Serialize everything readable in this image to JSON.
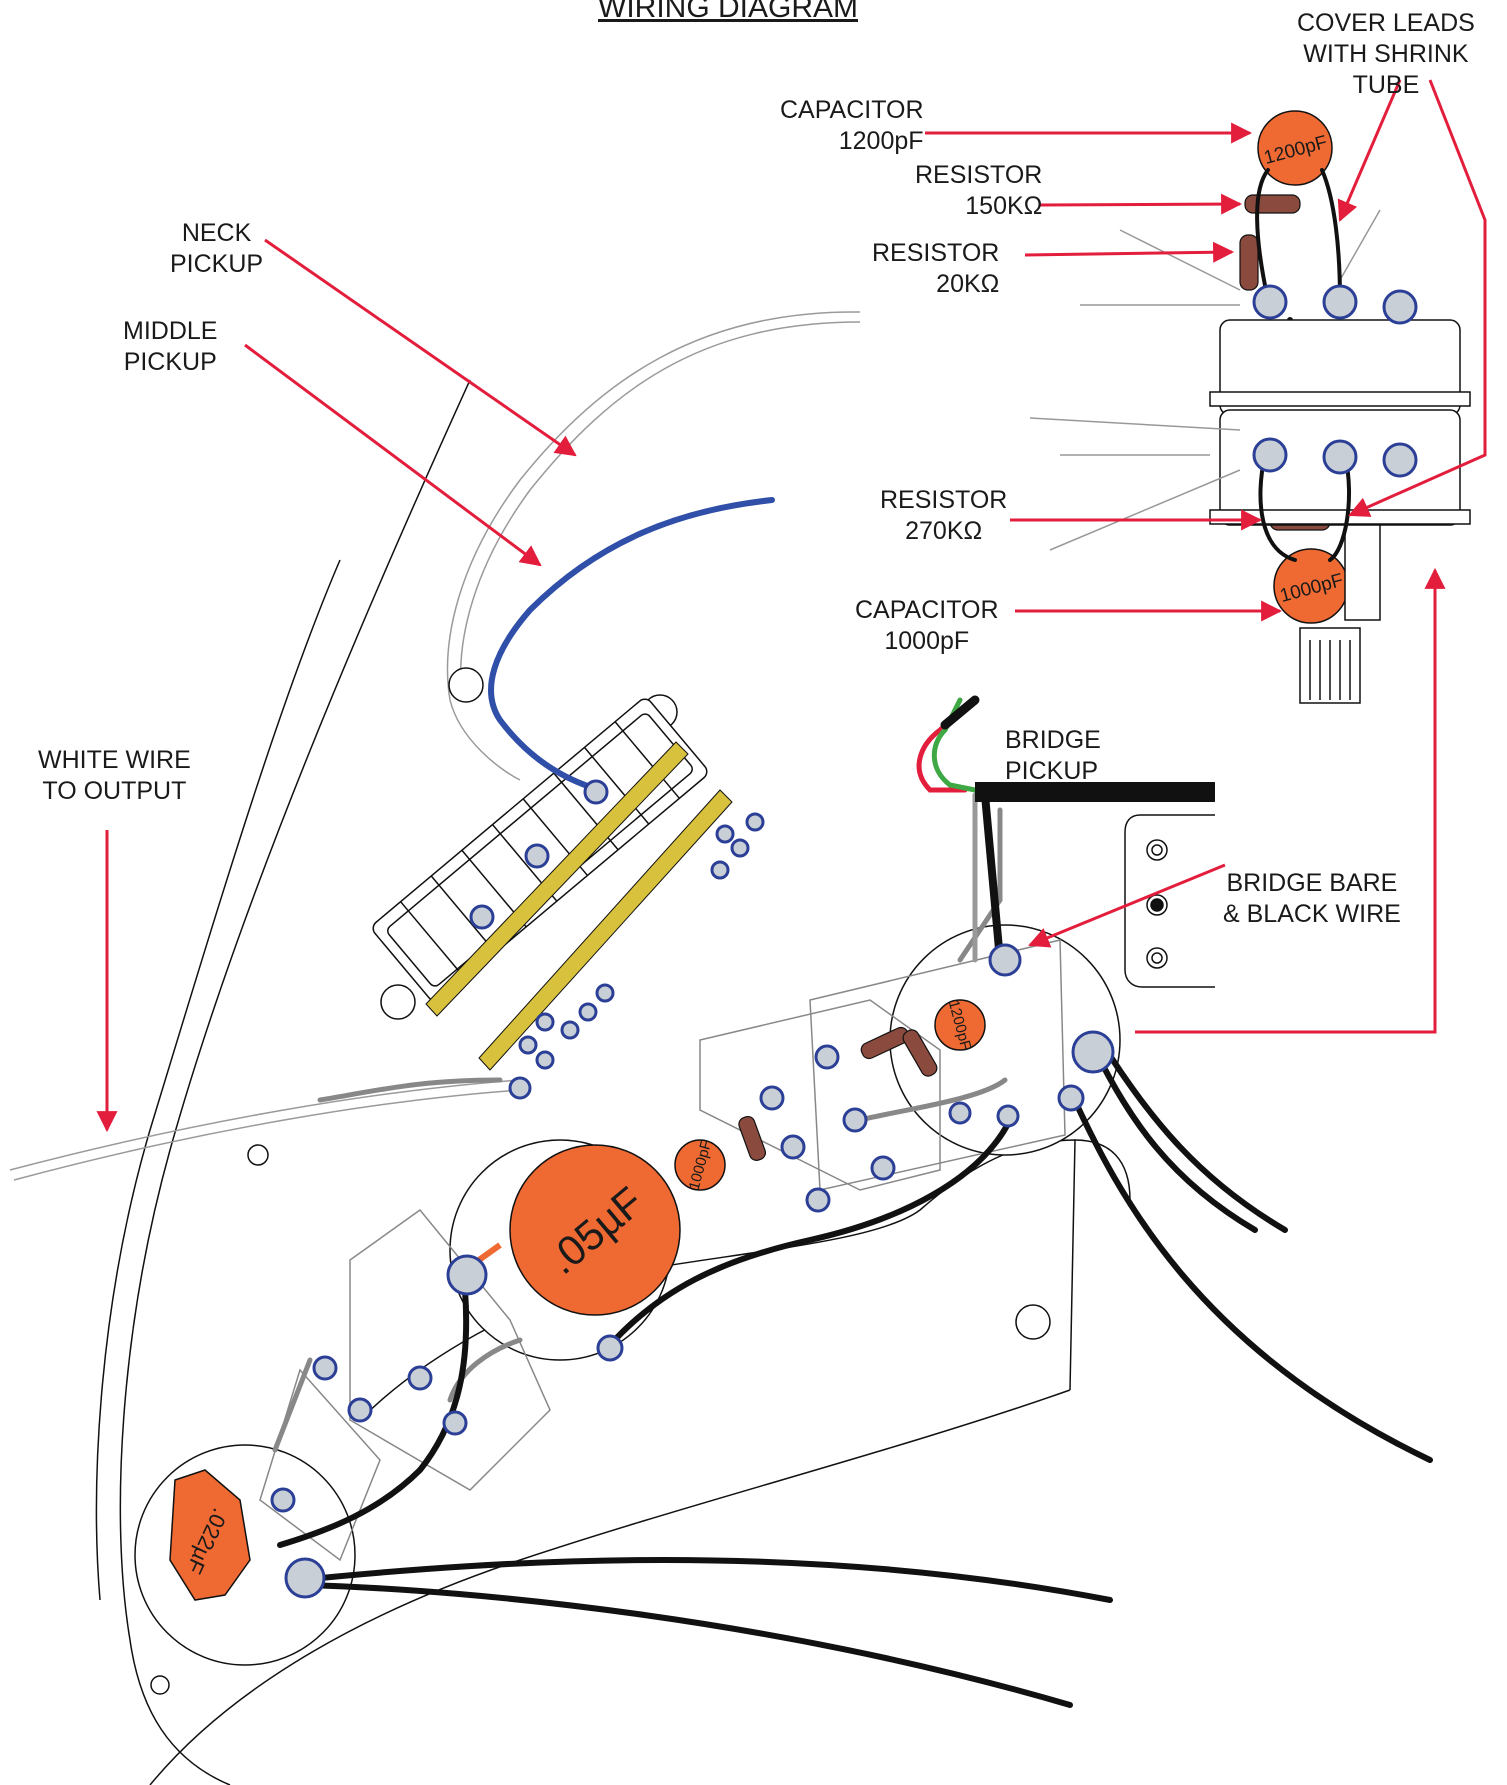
{
  "title": "WIRING DIAGRAM",
  "labels": {
    "cover_leads": "COVER LEADS\nWITH SHRINK\nTUBE",
    "capacitor_top": "CAPACITOR\n1200pF",
    "resistor_150": "RESISTOR\n150KΩ",
    "resistor_20": "RESISTOR\n20KΩ",
    "neck_pickup": "NECK\nPICKUP",
    "middle_pickup": "MIDDLE\nPICKUP",
    "resistor_270": "RESISTOR\n270KΩ",
    "capacitor_bottom": "CAPACITOR\n1000pF",
    "white_wire": "WHITE WIRE\nTO OUTPUT",
    "bridge_pickup": "BRIDGE\nPICKUP",
    "bridge_bare": "BRIDGE BARE\n& BLACK WIRE"
  },
  "components": {
    "cap_1200_label": "1200pF",
    "cap_1000_label": "1000pF",
    "cap_05_label": ".05µF",
    "cap_022_label": ".022µF"
  },
  "colors": {
    "arrow": "#e31e3c",
    "capacitor": "#ef6a32",
    "resistor": "#8a4a3e",
    "lug_fill": "#c9cfd6",
    "lug_ring": "#2b3f96",
    "blue_wire": "#2f4fa8",
    "pickup_bar": "#d8c13c",
    "wire_black": "#111111"
  }
}
